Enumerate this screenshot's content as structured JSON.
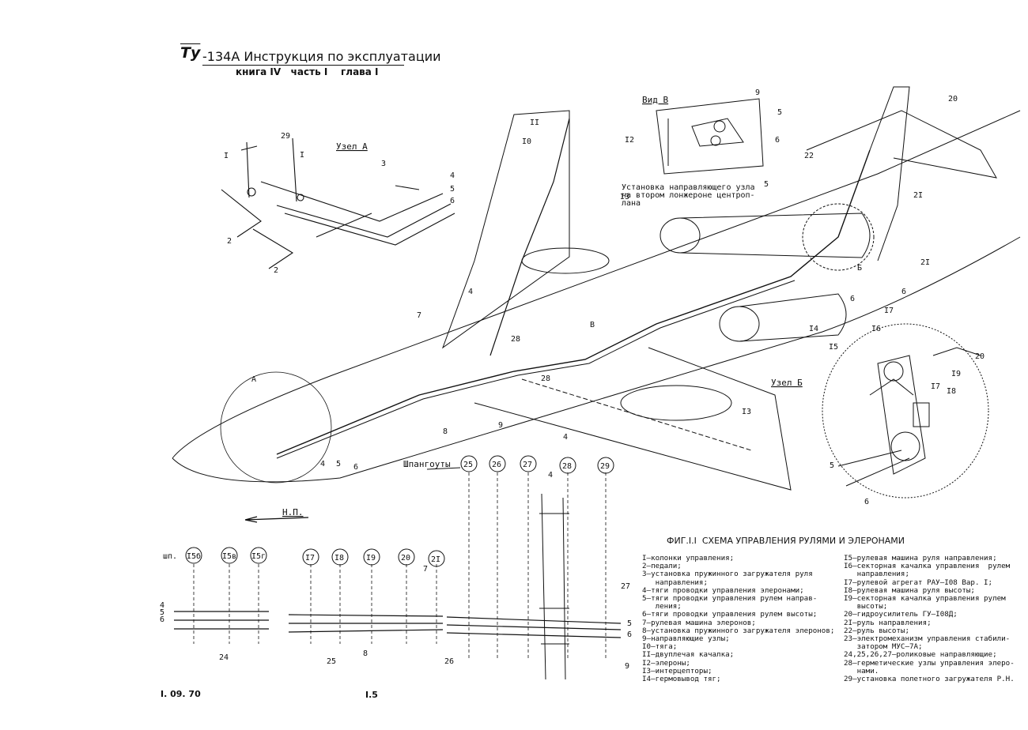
{
  "header": {
    "logo_text": "Ту",
    "title": "-134А Инструкция по эксплуатации",
    "subtitle": "книга IV   часть I    глава I"
  },
  "views": {
    "node_a": "Узел А",
    "view_v": "Вид В",
    "node_b": "Узел Б",
    "install_note": [
      "Установка направляющего узла",
      "на втором лонжероне центроп-",
      "лана"
    ],
    "frames_title": "Шпангоуты",
    "direction": "Н.П.",
    "station_prefix": "шп."
  },
  "frames_top": [
    "25",
    "26",
    "27",
    "28",
    "29"
  ],
  "frames_bottom": [
    "I5б",
    "I5в",
    "I5г",
    "I7",
    "I8",
    "I9",
    "20",
    "2I"
  ],
  "callouts": {
    "main": [
      "I",
      "29",
      "I",
      "2",
      "2",
      "3",
      "4",
      "5",
      "6",
      "II",
      "I0",
      "I2",
      "I3",
      "4",
      "7",
      "28",
      "28",
      "8",
      "9",
      "4",
      "5",
      "6",
      "4",
      "B",
      "5",
      "22",
      "2I",
      "6",
      "I4",
      "Б",
      "9",
      "5",
      "6",
      "I3",
      "2I",
      "6",
      "I7",
      "I6",
      "I5",
      "20",
      "I9",
      "I7",
      "I8",
      "5",
      "6",
      "A",
      "20"
    ],
    "bottom": [
      "4",
      "5",
      "6",
      "24",
      "7",
      "8",
      "25",
      "26",
      "4",
      "27",
      "5",
      "6",
      "9"
    ]
  },
  "figure_caption": "ФИГ.I.I  СХЕМА УПРАВЛЕНИЯ РУЛЯМИ И ЭЛЕРОНАМИ",
  "legend_left": [
    "I–колонки управления;",
    "2–педали;",
    "3–установка пружинного загружателя руля",
    "   направления;",
    "4–тяги проводки управления элеронами;",
    "5–тяги проводки управления рулем направ-",
    "   ления;",
    "6–тяги проводки управления рулем высоты;",
    "7–рулевая машина элеронов;",
    "8–установка пружинного загружателя элеронов;",
    "9–направляющие узлы;",
    "I0–тяга;",
    "II–двуплечая качалка;",
    "I2–элероны;",
    "I3–интерцепторы;",
    "I4–гермовывод тяг;"
  ],
  "legend_right": [
    "I5–рулевая машина руля направления;",
    "I6–секторная качалка управления  рулем",
    "   направления;",
    "I7–рулевой агрегат РАУ–I08 Вар. I;",
    "I8–рулевая машина руля высоты;",
    "I9–секторная качалка управления рулем",
    "   высоты;",
    "20–гидроусилитель ГУ–I08Д;",
    "2I–руль направления;",
    "22–руль высоты;",
    "23–электромеханизм управления стабили-",
    "   затором МУС–7А;",
    "24,25,26,27–роликовые направляющие;",
    "28–герметические узлы управления элеро-",
    "   нами.",
    "29–установка полетного загружателя Р.Н."
  ],
  "footer": {
    "date": "I. 09. 70",
    "page": "I.5"
  },
  "colors": {
    "ink": "#111111",
    "paper": "#ffffff"
  }
}
